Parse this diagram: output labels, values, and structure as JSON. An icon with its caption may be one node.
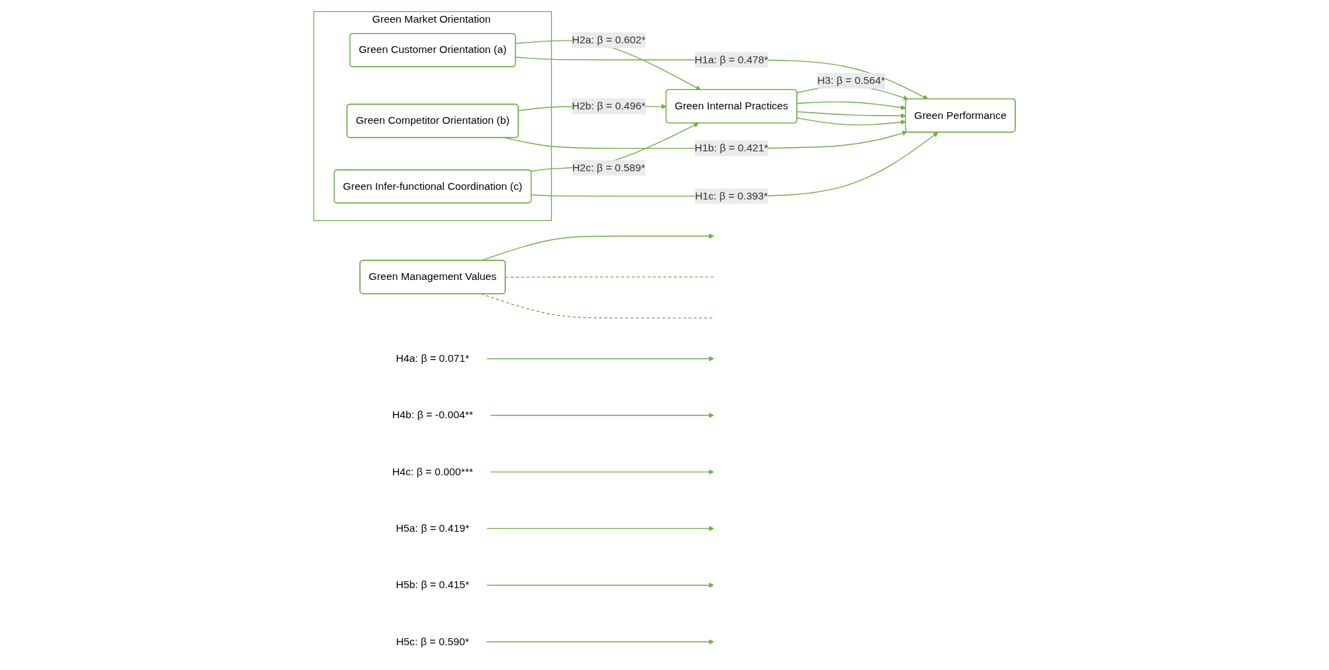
{
  "diagram": {
    "nodes": [
      {
        "text": [
          "Green Management Values"
        ]
      },
      {
        "text": [
          "Green Market Orientation"
        ]
      },
      {
        "text": [
          "Green Customer Orientation (a)"
        ],
        "in": 1
      },
      {
        "text": [
          "Green Competitor Orientation (b)"
        ],
        "in": 1
      },
      {
        "text": [
          "Green Infer-functional Coordination (c)"
        ],
        "in": 1
      },
      {
        "text": [
          "Green Internal Practices"
        ]
      },
      {
        "text": [
          "Green Performance"
        ]
      },
      {
        "text": [
          "H4a: β = 0.071*"
        ]
      },
      {
        "text": [
          "H4b: β = -0.004**"
        ]
      },
      {
        "text": [
          "H4c: β = 0.000***"
        ]
      },
      {
        "text": [
          "H5a: β = 0.419*"
        ]
      },
      {
        "text": [
          "H5b: β = 0.415*"
        ]
      },
      {
        "text": [
          "H5c: β = 0.590*"
        ]
      }
    ],
    "edges": [
      {
        "from": 0,
        "to": null,
        "arrow": "to"
      },
      {
        "from": 0,
        "to": null,
        "arrow": "none",
        "style": "dashed"
      },
      {
        "from": 0,
        "to": null,
        "arrow": "none",
        "style": "dashed"
      },
      {
        "from": 7,
        "to": null,
        "arrow": "to"
      },
      {
        "from": 8,
        "to": null,
        "arrow": "to"
      },
      {
        "from": 9,
        "to": null,
        "arrow": "to"
      },
      {
        "from": 2,
        "to": 5,
        "arrow": "to",
        "label": "H2a: β = 0.602*"
      },
      {
        "from": 3,
        "to": 5,
        "arrow": "to",
        "label": "H2b: β = 0.496*"
      },
      {
        "from": 4,
        "to": 5,
        "arrow": "to",
        "label": "H2c: β = 0.589*"
      },
      {
        "from": 5,
        "to": 6,
        "arrow": "to",
        "label": "H3: β = 0.564*"
      },
      {
        "from": 5,
        "to": 6,
        "arrow": "to"
      },
      {
        "from": 5,
        "to": 6,
        "arrow": "to"
      },
      {
        "from": 5,
        "to": 6,
        "arrow": "to"
      },
      {
        "from": 10,
        "to": null,
        "arrow": "to"
      },
      {
        "from": 11,
        "to": null,
        "arrow": "to"
      },
      {
        "from": 12,
        "to": null,
        "arrow": "to"
      },
      {
        "from": 4,
        "to": 6,
        "arrow": "to",
        "label": "H1c: β = 0.393*"
      },
      {
        "from": 3,
        "to": 6,
        "arrow": "to",
        "label": "H1b: β = 0.421*"
      },
      {
        "from": 2,
        "to": 6,
        "arrow": "to",
        "label": "H1a: β = 0.478*"
      }
    ]
  }
}
